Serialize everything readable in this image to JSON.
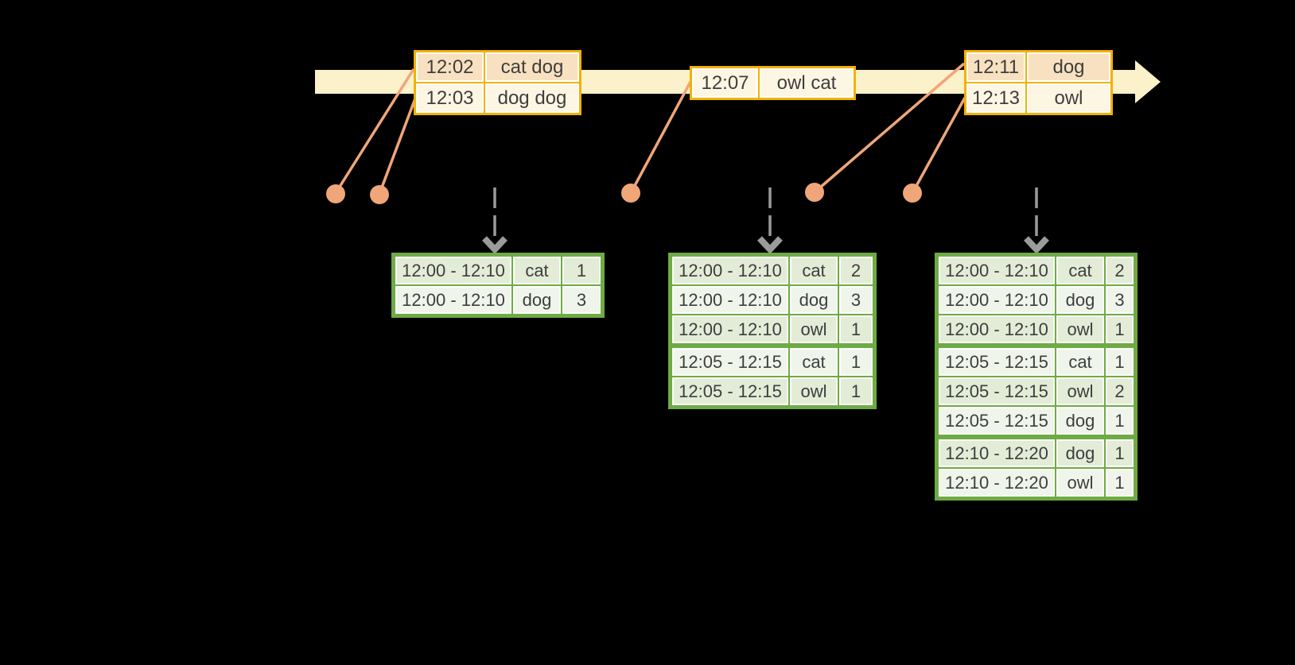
{
  "palette": {
    "background": "#000000",
    "timeline_fill": "#fbf1ca",
    "event_border": "#f2b100",
    "event_row_dark": "#f8e1c0",
    "event_row_light": "#fdf6e3",
    "marker": "#f0a678",
    "trigger_arrow": "#9b9b9b",
    "result_border": "#6fab44",
    "result_row_dark": "#e2ecd7",
    "result_row_light": "#f0f5eb",
    "text": "#3e3e3e"
  },
  "timeline": {
    "event_tables": [
      {
        "name": "events-around-12-02",
        "rows": [
          {
            "time": "12:02",
            "words": "cat dog",
            "tone": "dark"
          },
          {
            "time": "12:03",
            "words": "dog dog",
            "tone": "light"
          }
        ]
      },
      {
        "name": "events-around-12-07",
        "rows": [
          {
            "time": "12:07",
            "words": "owl cat",
            "tone": "light"
          }
        ]
      },
      {
        "name": "events-around-12-11",
        "rows": [
          {
            "time": "12:11",
            "words": "dog",
            "tone": "dark"
          },
          {
            "time": "12:13",
            "words": "owl",
            "tone": "light"
          }
        ]
      }
    ]
  },
  "result_tables": [
    {
      "name": "result-after-trigger-1",
      "rows": [
        {
          "window": "12:00 - 12:10",
          "word": "cat",
          "count": "1",
          "tone": "dark"
        },
        {
          "window": "12:00 - 12:10",
          "word": "dog",
          "count": "3",
          "tone": "light"
        }
      ]
    },
    {
      "name": "result-after-trigger-2",
      "rows": [
        {
          "window": "12:00 - 12:10",
          "word": "cat",
          "count": "2",
          "tone": "dark"
        },
        {
          "window": "12:00 - 12:10",
          "word": "dog",
          "count": "3",
          "tone": "light"
        },
        {
          "window": "12:00 - 12:10",
          "word": "owl",
          "count": "1",
          "tone": "dark"
        },
        {
          "window": "12:05 - 12:15",
          "word": "cat",
          "count": "1",
          "tone": "light"
        },
        {
          "window": "12:05 - 12:15",
          "word": "owl",
          "count": "1",
          "tone": "dark"
        }
      ]
    },
    {
      "name": "result-after-trigger-3",
      "rows": [
        {
          "window": "12:00 - 12:10",
          "word": "cat",
          "count": "2",
          "tone": "dark"
        },
        {
          "window": "12:00 - 12:10",
          "word": "dog",
          "count": "3",
          "tone": "light"
        },
        {
          "window": "12:00 - 12:10",
          "word": "owl",
          "count": "1",
          "tone": "dark"
        },
        {
          "window": "12:05 - 12:15",
          "word": "cat",
          "count": "1",
          "tone": "light"
        },
        {
          "window": "12:05 - 12:15",
          "word": "owl",
          "count": "2",
          "tone": "dark"
        },
        {
          "window": "12:05 - 12:15",
          "word": "dog",
          "count": "1",
          "tone": "light"
        },
        {
          "window": "12:10 - 12:20",
          "word": "dog",
          "count": "1",
          "tone": "dark"
        },
        {
          "window": "12:10 - 12:20",
          "word": "owl",
          "count": "1",
          "tone": "light"
        }
      ]
    }
  ]
}
